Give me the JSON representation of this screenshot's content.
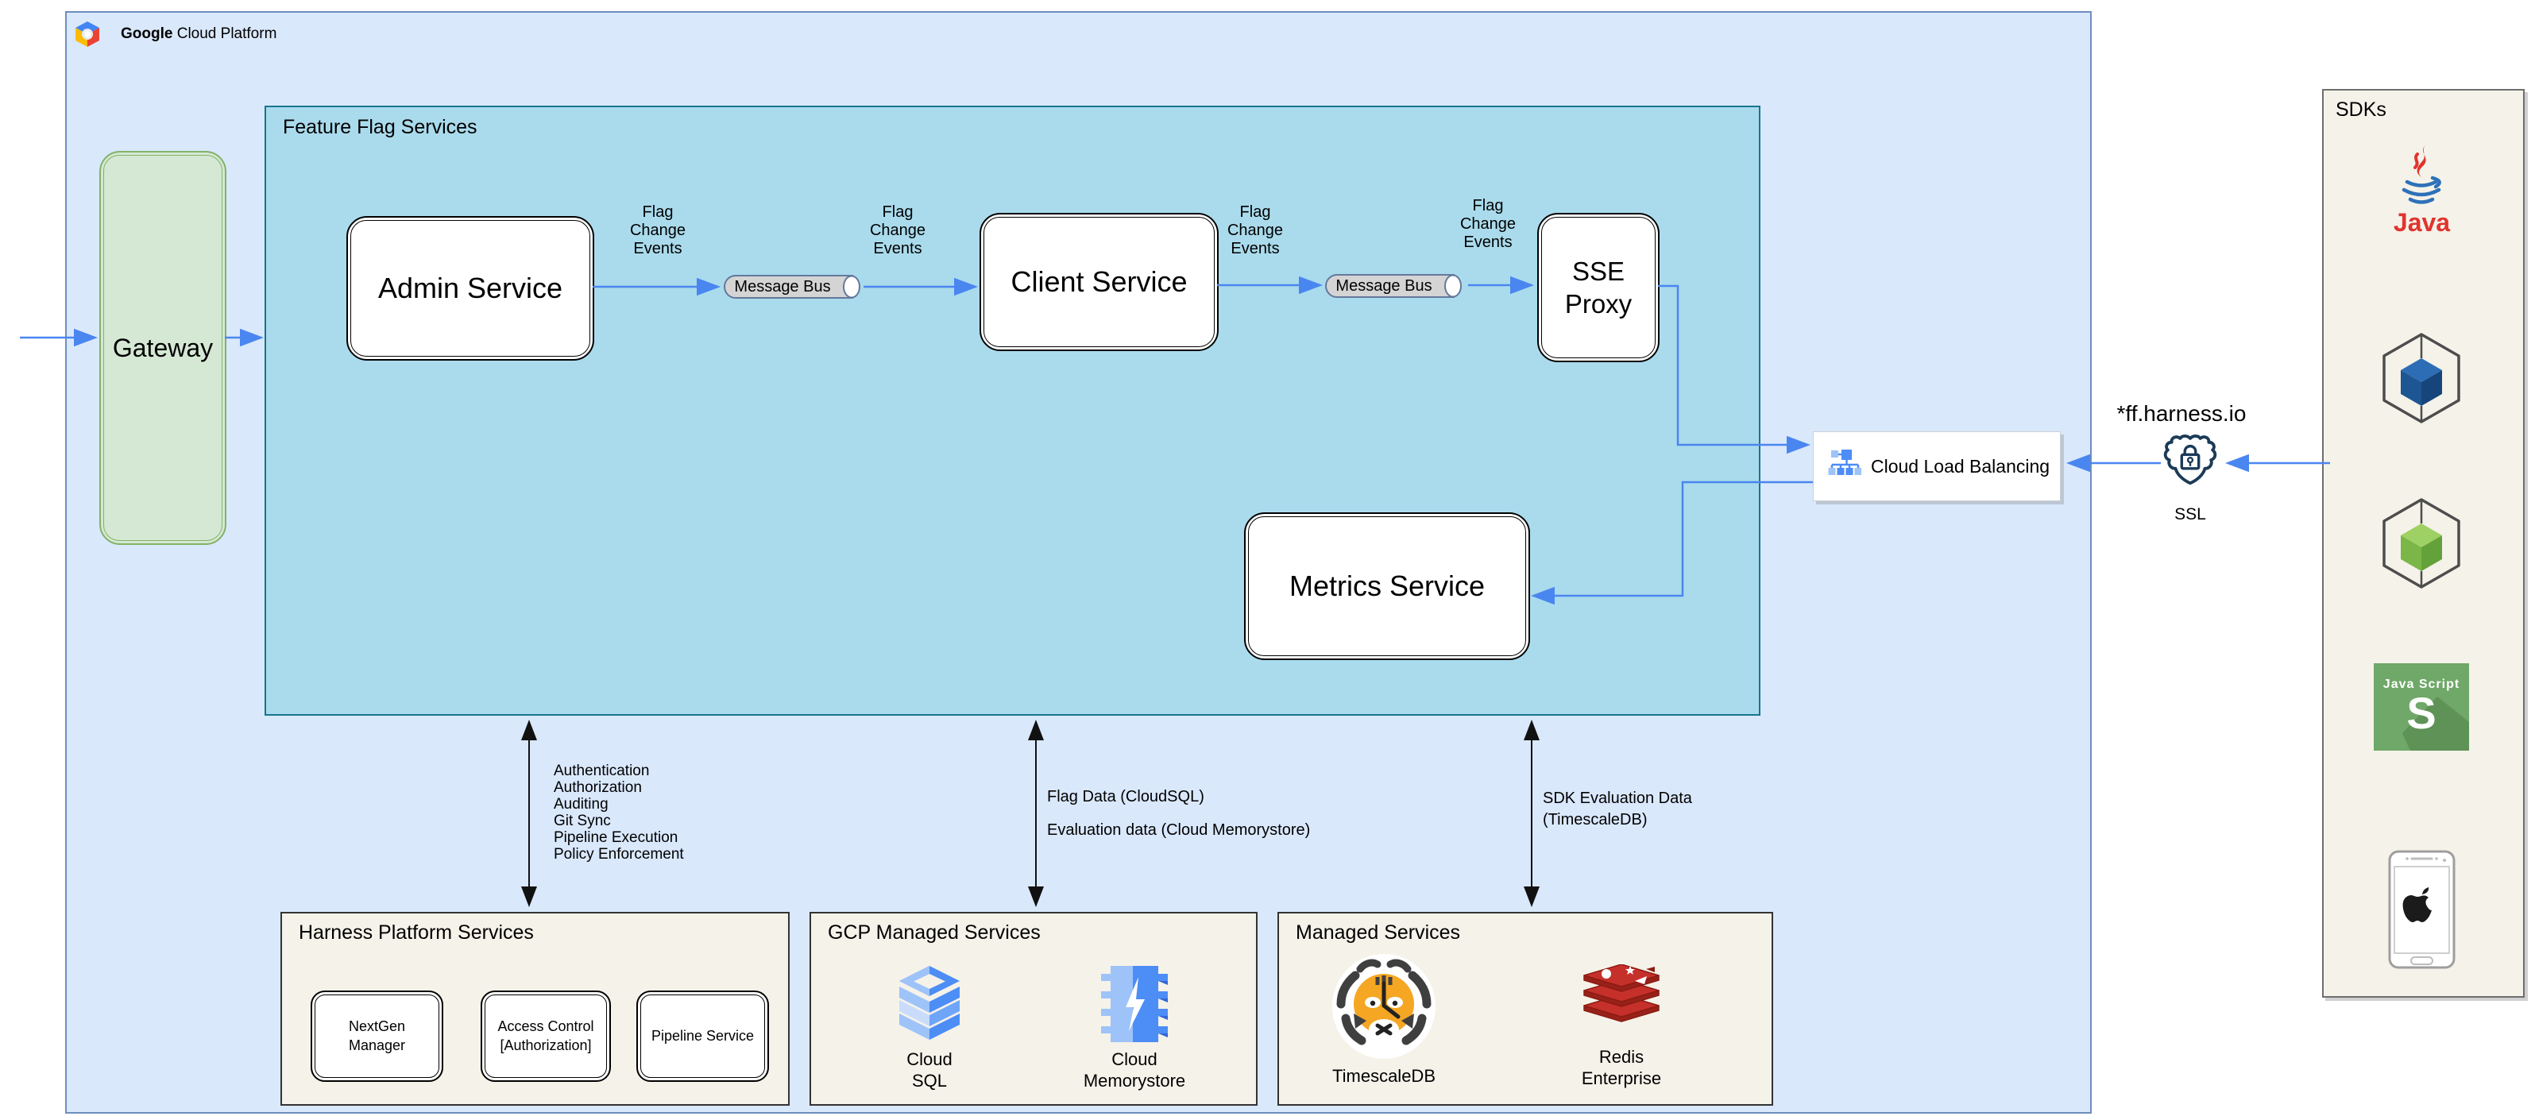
{
  "header": {
    "brand_bold": "Google",
    "brand_rest": "Cloud Platform"
  },
  "groups": {
    "feature_flags": "Feature Flag Services",
    "harness": "Harness Platform Services",
    "gcp_managed": "GCP Managed Services",
    "managed": "Managed Services",
    "sdks": "SDKs"
  },
  "nodes": {
    "gateway": "Gateway",
    "admin_service": "Admin Service",
    "client_service": "Client Service",
    "sse_proxy": "SSE Proxy",
    "metrics_service": "Metrics Service",
    "message_bus": "Message Bus",
    "cloud_load_balancing": "Cloud Load Balancing",
    "nextgen_manager": "NextGen Manager",
    "access_control": "Access Control [Authorization]",
    "pipeline_service": "Pipeline Service"
  },
  "datastores": {
    "cloud_sql": "Cloud\nSQL",
    "cloud_memorystore": "Cloud\nMemorystore",
    "timescaledb": "TimescaleDB",
    "redis_enterprise": "Redis\nEnterprise"
  },
  "sdk_items": {
    "java": "Java",
    "dotnet": ".NET",
    "node": "Node",
    "javascript_line1": "Java Script",
    "javascript_glyph": "S",
    "mobile": "Android/iOS"
  },
  "edge_labels": {
    "flag_change_events": "Flag Change Events"
  },
  "annotations": {
    "platform_ops": "Authentication\nAuthorization\nAuditing\nGit Sync\nPipeline Execution\nPolicy Enforcement",
    "flag_data": "Flag Data (CloudSQL)",
    "evaluation_data": "Evaluation data (Cloud Memorystore)",
    "sdk_evaluation": "SDK Evaluation Data\n(TimescaleDB)",
    "domain": "*ff.harness.io",
    "ssl": "SSL"
  },
  "colors": {
    "arrow_blue": "#4a86f0",
    "outer_fill": "#dae8fc",
    "outer_border": "#6c8ebf",
    "feature_flag_fill": "#aadbec",
    "feature_flag_border": "#16768f",
    "gateway_fill": "#d5e8d4",
    "gateway_border": "#82b366",
    "panel_fill": "#f5f2e9",
    "google_blue": "#4c8df6",
    "google_blue_light": "#9ec3f9",
    "redis_red": "#c6302b",
    "tiger_orange": "#f5a623",
    "javascript_green": "#6fa868",
    "java_red": "#e0342f",
    "node_green": "#7ab648",
    "dotnet_blue": "#1e5593"
  }
}
